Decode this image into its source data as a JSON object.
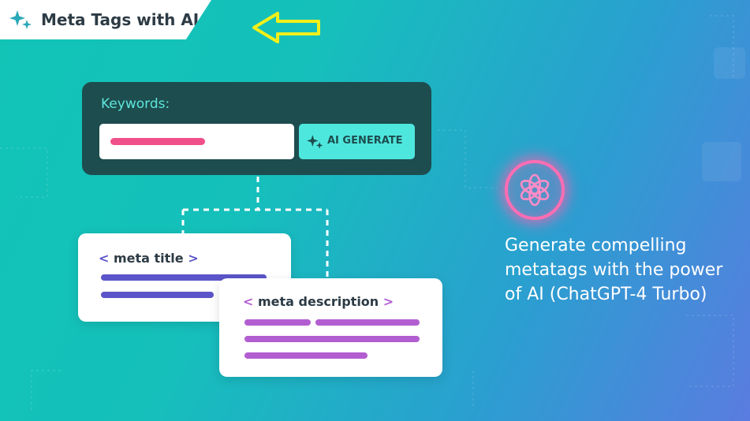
{
  "header": {
    "title": "Meta Tags with AI",
    "icon": "sparkle-icon"
  },
  "keywords": {
    "label": "Keywords:",
    "button_label": "AI GENERATE",
    "button_icon": "sparkle-icon"
  },
  "cards": {
    "meta_title": {
      "open": "<",
      "label": "meta title",
      "close": ">"
    },
    "meta_description": {
      "open": "<",
      "label": "meta description",
      "close": ">"
    }
  },
  "tagline": {
    "line1": "Generate compelling",
    "line2": "metatags with the power",
    "line3": "of AI (ChatGPT-4 Turbo)"
  },
  "colors": {
    "accent_teal": "#4ee7de",
    "panel_dark": "#1d4d4e",
    "pink": "#f0508a",
    "purple_title": "#5b55c9",
    "purple_desc": "#b25ed1",
    "arrow_yellow": "#f2ef1a"
  },
  "icons": {
    "tab": "sparkle-icon",
    "arrow": "arrow-left-icon",
    "ai_logo": "openai-logo-icon"
  }
}
